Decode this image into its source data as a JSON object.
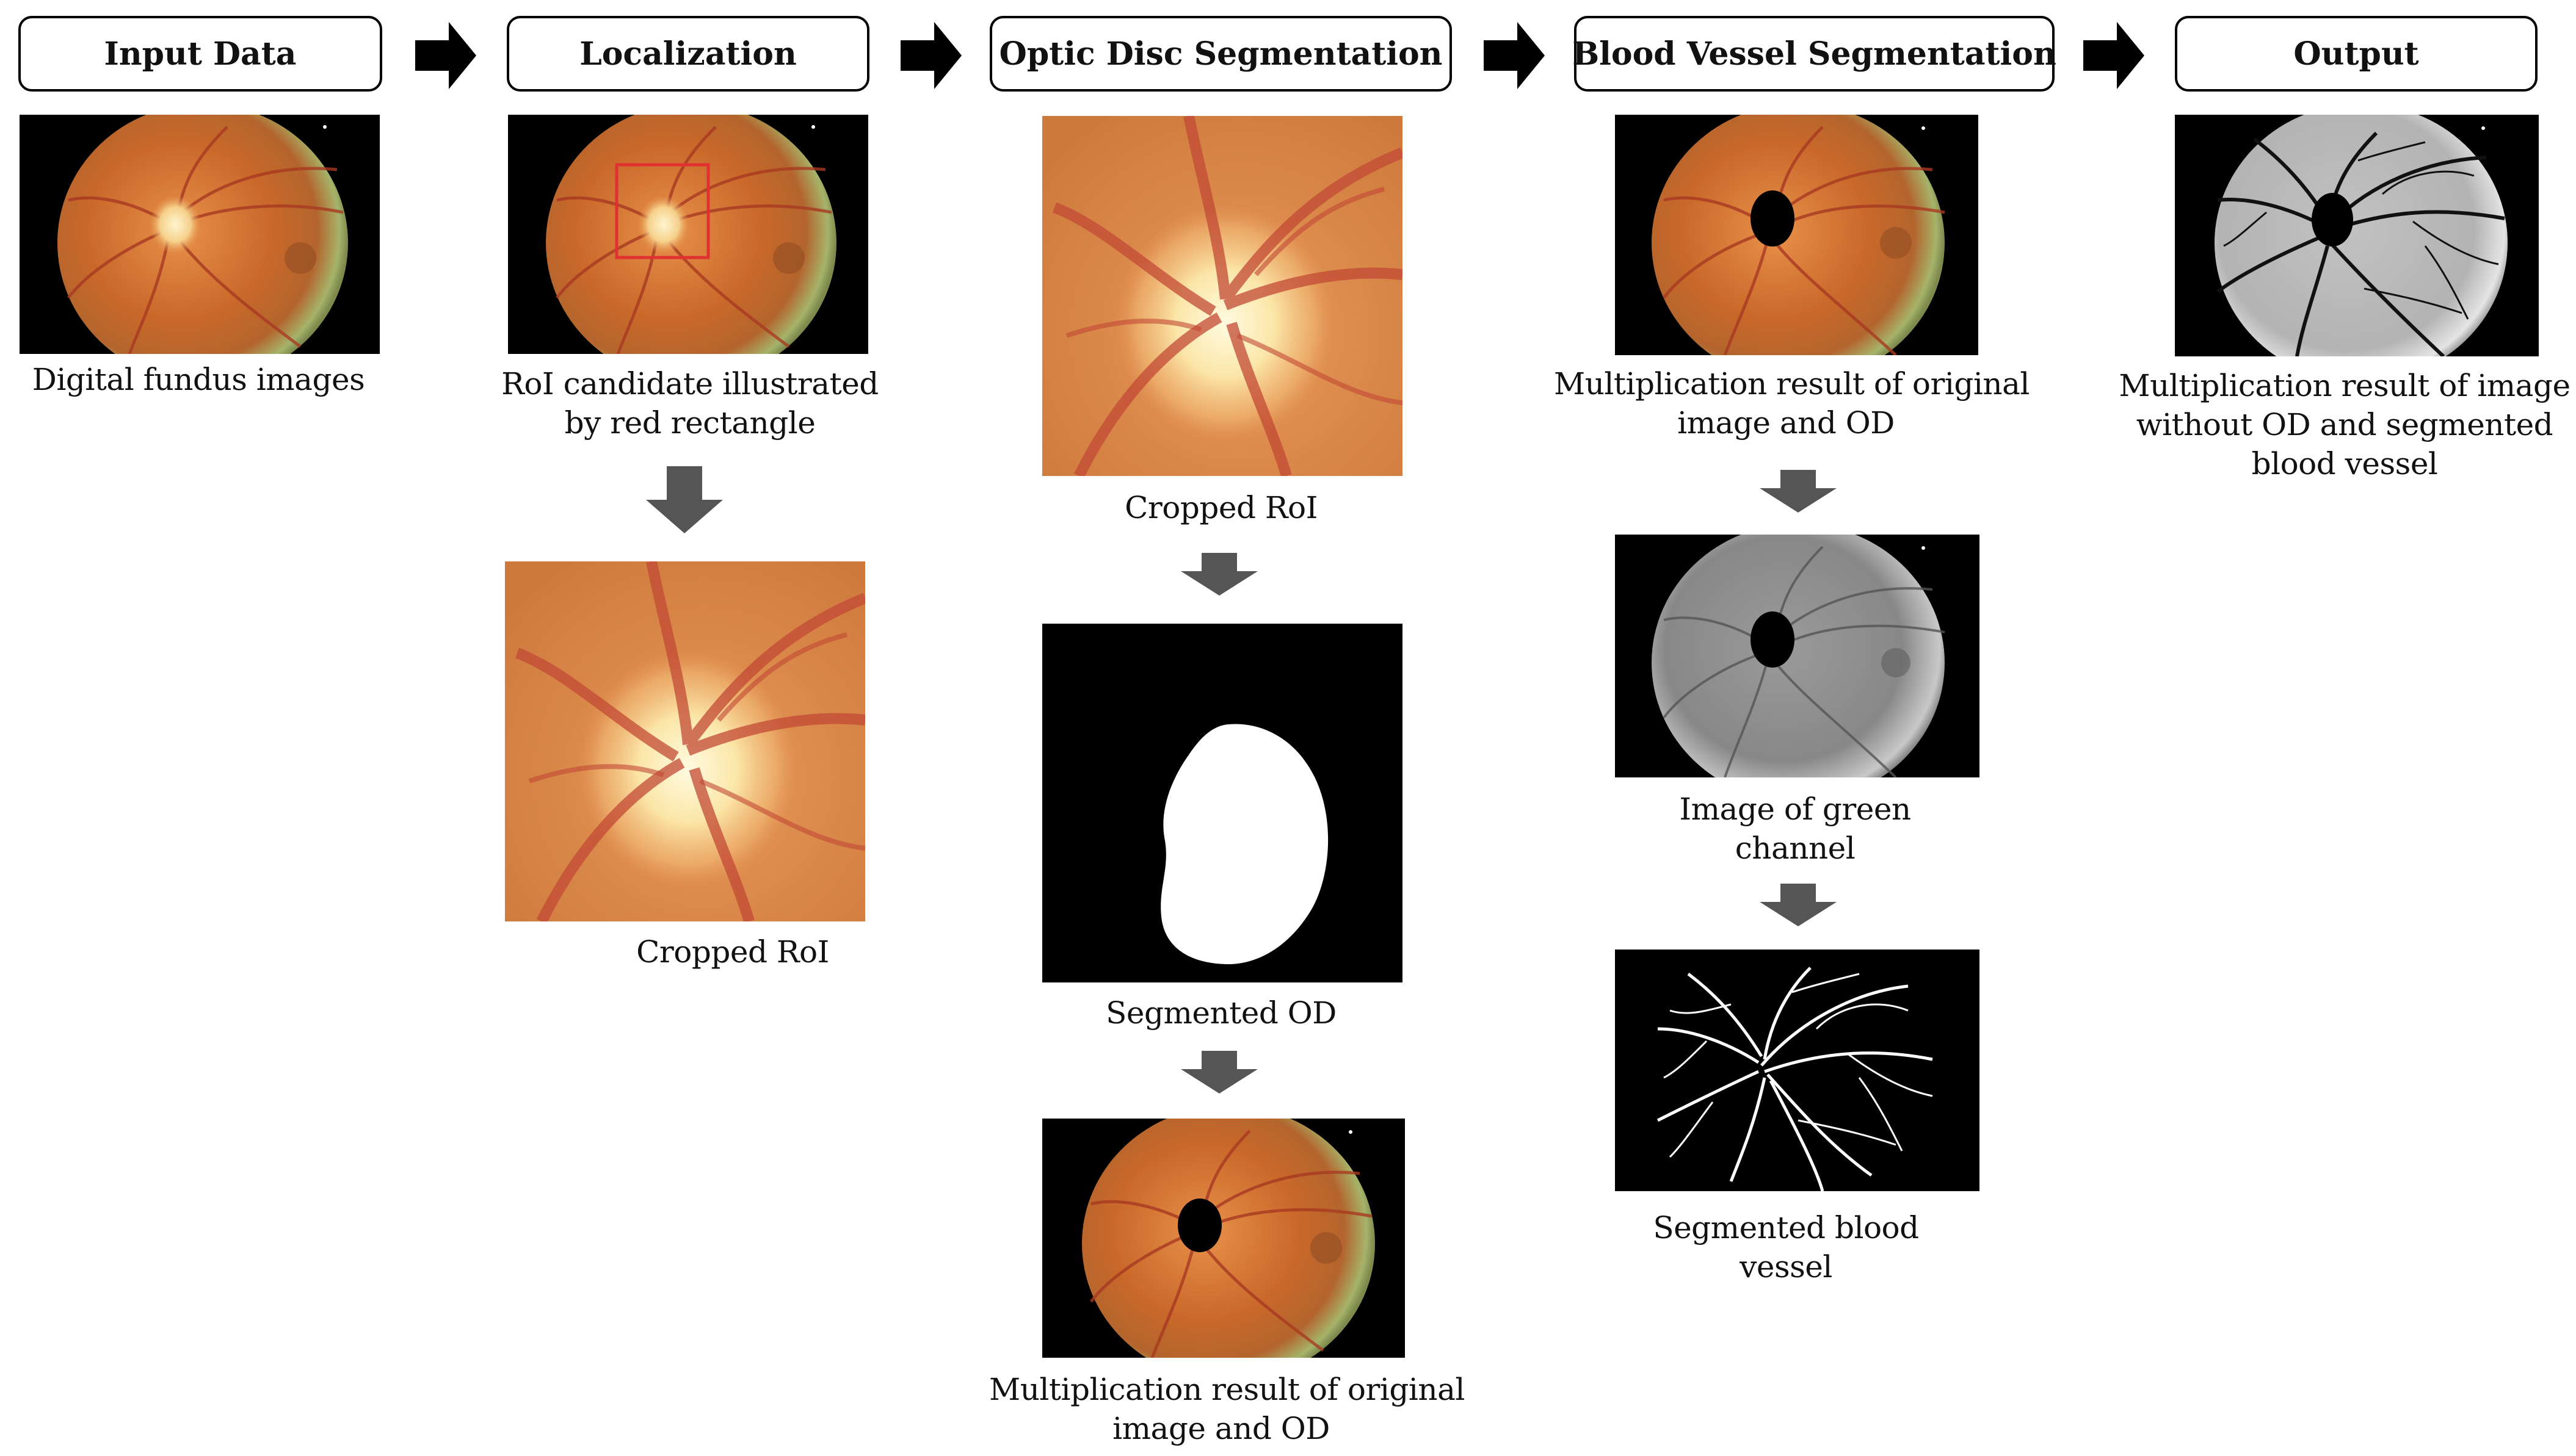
{
  "stages": [
    {
      "id": "input",
      "label": "Input Data"
    },
    {
      "id": "localization",
      "label": "Localization"
    },
    {
      "id": "optic_disc",
      "label": "Optic Disc Segmentation"
    },
    {
      "id": "blood_vessel",
      "label": "Blood Vessel Segmentation"
    },
    {
      "id": "output",
      "label": "Output"
    }
  ],
  "captions": {
    "input_fundus": [
      "Digital fundus images"
    ],
    "roi_candidate": [
      "RoI candidate illustrated",
      "by red rectangle"
    ],
    "loc_cropped": [
      "Cropped RoI"
    ],
    "od_cropped": [
      "Cropped RoI"
    ],
    "od_segmented": [
      "Segmented OD"
    ],
    "od_multiplication": [
      "Multiplication result of original",
      "image and OD"
    ],
    "bv_multiplication": [
      "Multiplication result of original",
      "image and OD"
    ],
    "bv_green": [
      "Image of green",
      "channel"
    ],
    "bv_segmented": [
      "Segmented blood",
      "vessel"
    ],
    "output_result": [
      "Multiplication result of image",
      "without OD and segmented",
      "blood vessel"
    ]
  },
  "colors": {
    "stage_border": "#000000",
    "flow_arrow": "#000000",
    "step_arrow": "#555555",
    "roi_rectangle": "#e03030",
    "fundus_orange": "#d2732c",
    "fundus_rim": "#a6b36a"
  }
}
